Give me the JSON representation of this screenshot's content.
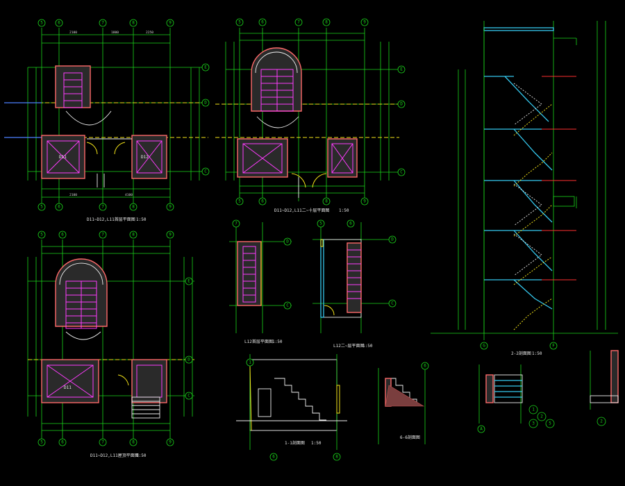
{
  "colors": {
    "background": "#000000",
    "grid": "#1bd61b",
    "wall": "#ff6a6a",
    "stairs": "#ff3cff",
    "centerline": "#f4e419",
    "section_slab": "#35c9ef",
    "text": "#eaeaea"
  },
  "plans": {
    "plan_a": {
      "title": "D11~D12,L11首层平面图",
      "scale": "1:50",
      "axes_top": [
        "5",
        "6",
        "7",
        "8",
        "9"
      ],
      "axes_side": [
        "E",
        "D",
        "C"
      ],
      "room_labels": [
        "D11",
        "D12"
      ]
    },
    "plan_b": {
      "title": "D11~D12,L11二~十层平面图",
      "scale": "1:50",
      "axes_top": [
        "5",
        "6",
        "7",
        "8",
        "9"
      ],
      "axes_side": [
        "E",
        "D",
        "C"
      ]
    },
    "plan_c": {
      "title": "D11~D12,L11屋顶平面图",
      "scale": "1:50",
      "axes_top": [
        "5",
        "6",
        "7",
        "8",
        "9"
      ],
      "axes_side": [
        "E",
        "D",
        "C"
      ],
      "room_labels": [
        "D11"
      ]
    }
  },
  "details": {
    "l12_plan_small": {
      "title": "L12首层平面图",
      "scale": "1:50"
    },
    "l12_plan_upper": {
      "title": "L12二~层平面图",
      "scale": "1:50"
    }
  },
  "sections": {
    "section_22": {
      "title": "2-2剖面图",
      "scale": "1:50"
    },
    "section_11": {
      "title": "1-1剖面图",
      "scale": "1:50"
    },
    "section_66": {
      "title": "6-6剖面图"
    }
  },
  "bubbles": {
    "bottom_a": [
      "5",
      "6",
      "7",
      "8",
      "9"
    ],
    "bottom_c": [
      "5",
      "6",
      "7",
      "8",
      "9"
    ],
    "section_axes": [
      "G",
      "F"
    ],
    "detail_one": "1",
    "detail_two": "2"
  }
}
